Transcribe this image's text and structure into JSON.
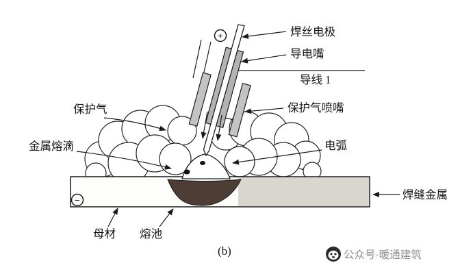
{
  "figure": {
    "panel_label": "(b)",
    "labels": {
      "electrode": "焊丝电极",
      "contact_tip": "导电嘴",
      "lead_wire": "导线 1",
      "shielding_gas": "保护气",
      "gas_nozzle": "保护气喷嘴",
      "metal_droplet": "金属熔滴",
      "arc": "电弧",
      "weld_seam_metal": "焊缝金属",
      "base_metal": "母材",
      "weld_pool": "熔池"
    },
    "symbols": {
      "positive": "+",
      "negative": "−"
    },
    "colors": {
      "line": "#1a1a1a",
      "contact_tip_fill": "#b3b3b3",
      "nozzle_fill": "#c3c3c1",
      "seam_fill": "#d9d6d0",
      "pool_fill": "#4e3d35"
    }
  },
  "watermark": {
    "text": "公众号·暖通建筑",
    "color": "#8f8f8f"
  }
}
